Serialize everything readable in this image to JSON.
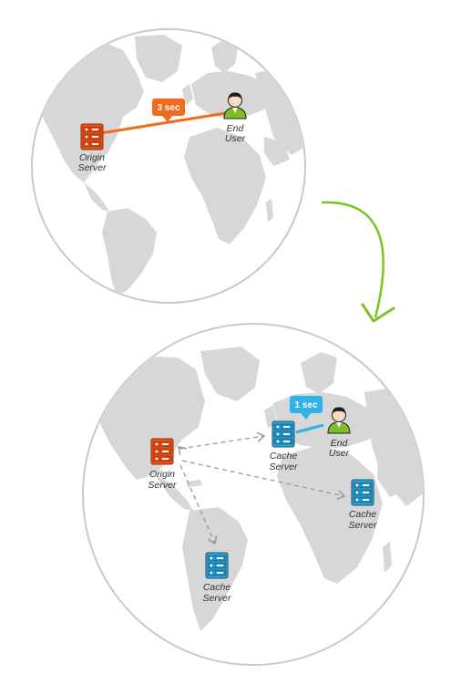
{
  "top_map": {
    "origin_label": [
      "Origin",
      "Server"
    ],
    "user_label": [
      "End",
      "User"
    ],
    "latency": "3 sec"
  },
  "bottom_map": {
    "origin_label": [
      "Origin",
      "Server"
    ],
    "user_label": [
      "End",
      "User"
    ],
    "latency": "1 sec",
    "cache_europe_label": [
      "Cache",
      "Server"
    ],
    "cache_africa_label": [
      "Cache",
      "Server"
    ],
    "cache_samerica_label": [
      "Cache",
      "Server"
    ]
  },
  "colors": {
    "origin": "#f0581e",
    "origin_stroke": "#b63a0f",
    "cache": "#2fa8de",
    "cache_stroke": "#1a6e97",
    "user_body": "#7fbd2e",
    "latency_top": "#f26a1b",
    "latency_bottom": "#2fb2e6",
    "arrow": "#7ac51f",
    "land": "#d7d7d7",
    "globe_border": "#c9c9c9",
    "dashed": "#9a9a9a"
  },
  "icons": {
    "server": "server-rack-icon",
    "user": "user-person-icon",
    "flow_arrow": "curved-arrow-icon"
  }
}
